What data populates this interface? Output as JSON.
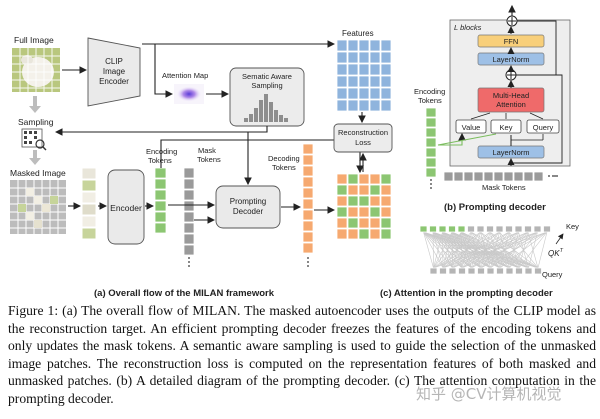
{
  "figure": {
    "left": {
      "full_image": "Full Image",
      "clip_encoder": [
        "CLIP",
        "Image",
        "Encoder"
      ],
      "attention_map": "Attention Map",
      "sampling_box": [
        "Sematic Aware",
        "Sampling"
      ],
      "features": "Features",
      "sampling": "Sampling",
      "masked_image": "Masked Image",
      "encoder": "Encoder",
      "encoding_tokens": [
        "Encoding",
        "Tokens"
      ],
      "mask_tokens": [
        "Mask",
        "Tokens"
      ],
      "prompting_decoder": [
        "Prompting",
        "Decoder"
      ],
      "decoding_tokens": [
        "Decoding",
        "Tokens"
      ],
      "reconstruction_loss": [
        "Reconstruction",
        "Loss"
      ],
      "subcaption": "(a) Overall flow of the MILAN framework"
    },
    "right_top": {
      "l_blocks": "L blocks",
      "ffn": "FFN",
      "layernorm_top": "LayerNorm",
      "mha": [
        "Multi-Head",
        "Attention"
      ],
      "value": "Value",
      "key": "Key",
      "query": "Query",
      "layernorm_bottom": "LayerNorm",
      "encoding_tokens": [
        "Encoding",
        "Tokens"
      ],
      "mask_tokens": "Mask Tokens",
      "subcaption": "(b) Prompting decoder"
    },
    "right_bottom": {
      "key": "Key",
      "qk": "QK",
      "qk_sup": "T",
      "query": "Query",
      "subcaption": "(c) Attention in the prompting decoder"
    },
    "colors": {
      "encoding": "#8cc672",
      "features": "#8fb4dd",
      "decoding": "#f6a970",
      "mask": "#9a9a9a",
      "block_orange": "#f8cf7a",
      "block_blue": "#9ec0e6",
      "block_red": "#ef6a6a"
    }
  },
  "caption": {
    "text": "Figure 1: (a) The overall flow of MILAN. The masked autoencoder uses the outputs of the CLIP model as the reconstruction target. An efficient prompting decoder freezes the features of the encoding tokens and only updates the mask tokens. A semantic aware sampling is used to guide the selection of the unmasked image patches. The reconstruction loss is computed on the representation features of both masked and unmasked patches. (b) A detailed diagram of the prompting decoder. (c) The attention computation in the prompting decoder."
  },
  "watermark": "知乎 @CV计算机视觉"
}
